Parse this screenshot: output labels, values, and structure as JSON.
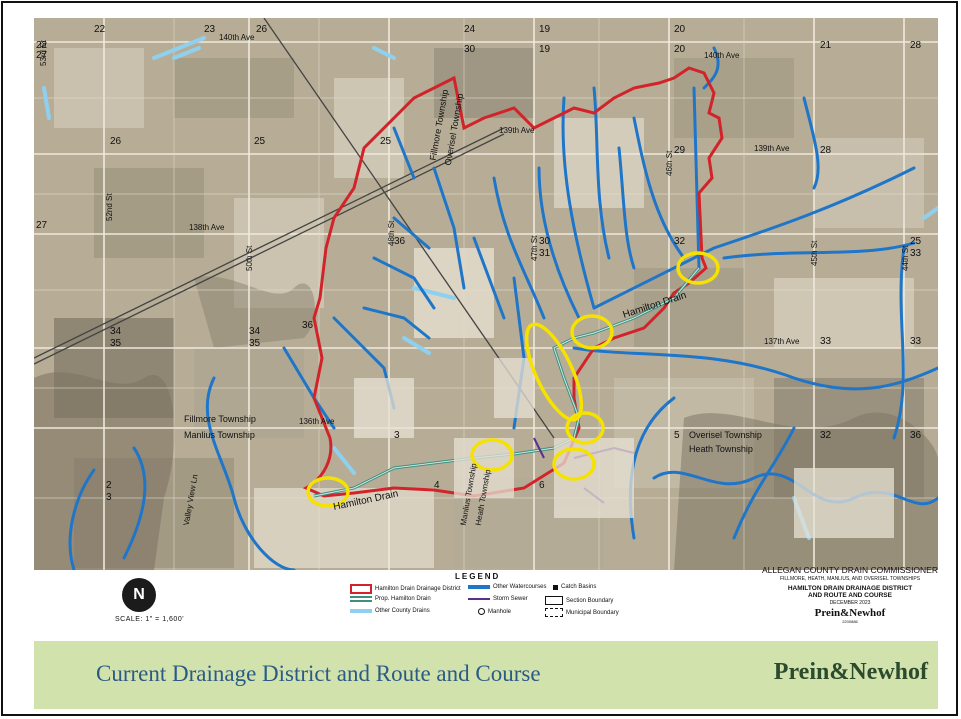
{
  "map": {
    "road_labels": [
      "140th Ave",
      "140th Ave",
      "139th Ave",
      "139th Ave",
      "138th Ave",
      "137th Ave",
      "136th Ave",
      "53rd St",
      "52nd St",
      "50th St",
      "48th St",
      "47th St",
      "46th St",
      "45th St",
      "44th St",
      "Valley View Ln"
    ],
    "section_numbers": [
      "22",
      "23",
      "22",
      "27",
      "26",
      "25",
      "27",
      "34",
      "35",
      "34",
      "35",
      "36",
      "30",
      "31",
      "32",
      "19",
      "20",
      "19",
      "20",
      "21",
      "28",
      "29",
      "28",
      "25",
      "33",
      "36",
      "25",
      "26",
      "24",
      "30",
      "2",
      "3",
      "3",
      "5",
      "6",
      "4",
      "32",
      "33",
      "33",
      "36"
    ],
    "township_labels": [
      "Fillmore Township",
      "Overisel Township",
      "Fillmore Township",
      "Manlius Township",
      "Overisel Township",
      "Heath Township",
      "Manlius Township",
      "Heath Township"
    ],
    "drain_labels": [
      "Hamilton Drain",
      "Hamilton Drain"
    ],
    "colors": {
      "district_boundary": "#d2232a",
      "prop_drain": "#3f8f7f",
      "other_watercourses": "#1f76c9",
      "county_drains": "#7fc6e8",
      "highlight": "#f5e200",
      "storm_sewer": "#5b2f8a"
    }
  },
  "north_arrow": {
    "glyph": "N"
  },
  "scale": {
    "text": "SCALE:   1\" = 1,600'"
  },
  "legend": {
    "title": "LEGEND",
    "items": [
      {
        "label": "Hamilton Drain Drainage District",
        "icon": "red-box"
      },
      {
        "label": "Prop. Hamilton Drain",
        "icon": "double-line"
      },
      {
        "label": "Other County Drains",
        "icon": "light-blue-line"
      },
      {
        "label": "Other Watercourses",
        "icon": "blue-line"
      },
      {
        "label": "Storm Sewer",
        "icon": "purple-arrow"
      },
      {
        "label": "Manhole",
        "icon": "circle"
      },
      {
        "label": "Catch Basins",
        "icon": "square-dot"
      },
      {
        "label": "Section Boundary",
        "icon": "box"
      },
      {
        "label": "Municipal Boundary",
        "icon": "dashed-box"
      }
    ]
  },
  "commissioner": {
    "line1": "ALLEGAN COUNTY DRAIN COMMISSIONER",
    "line2": "FILLMORE, HEATH, MANLIUS, AND OVERISEL TOWNSHIPS",
    "line3": "HAMILTON DRAIN DRAINAGE DISTRICT",
    "line4": "AND ROUTE AND COURSE",
    "line5": "DECEMBER 2023",
    "logo": "Prein&Newhof",
    "line7": "2200886"
  },
  "footer": {
    "title": "Current Drainage District and Route and Course",
    "brand": "Prein&Newhof"
  }
}
